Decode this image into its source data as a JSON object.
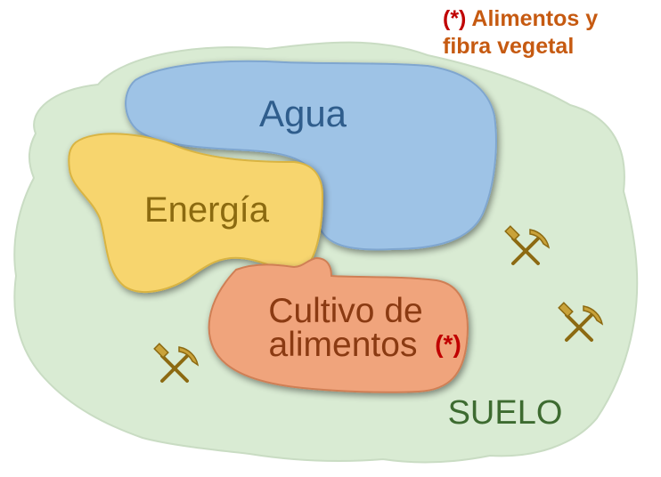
{
  "footnote": {
    "marker": "(*)",
    "line1": " Alimentos y",
    "line2": "fibra vegetal"
  },
  "regions": {
    "agua": "Agua",
    "energia": "Energía",
    "cultivo_line1": "Cultivo de",
    "cultivo_line2": "alimentos",
    "cultivo_marker": "(*)",
    "suelo": "SUELO"
  },
  "icons": [
    "pick-and-hammer-icon",
    "pick-and-hammer-icon",
    "pick-and-hammer-icon"
  ],
  "colors": {
    "soil": "#d9ebd3",
    "water": "#9ec3e6",
    "energy": "#f7d56e",
    "food": "#f0a47c",
    "footnote_text": "#c65a11",
    "footnote_marker": "#c00000",
    "soil_label": "#3d6b30",
    "water_label": "#2f5d8c",
    "energy_label": "#8b6a10",
    "food_label": "#8a3a12"
  }
}
